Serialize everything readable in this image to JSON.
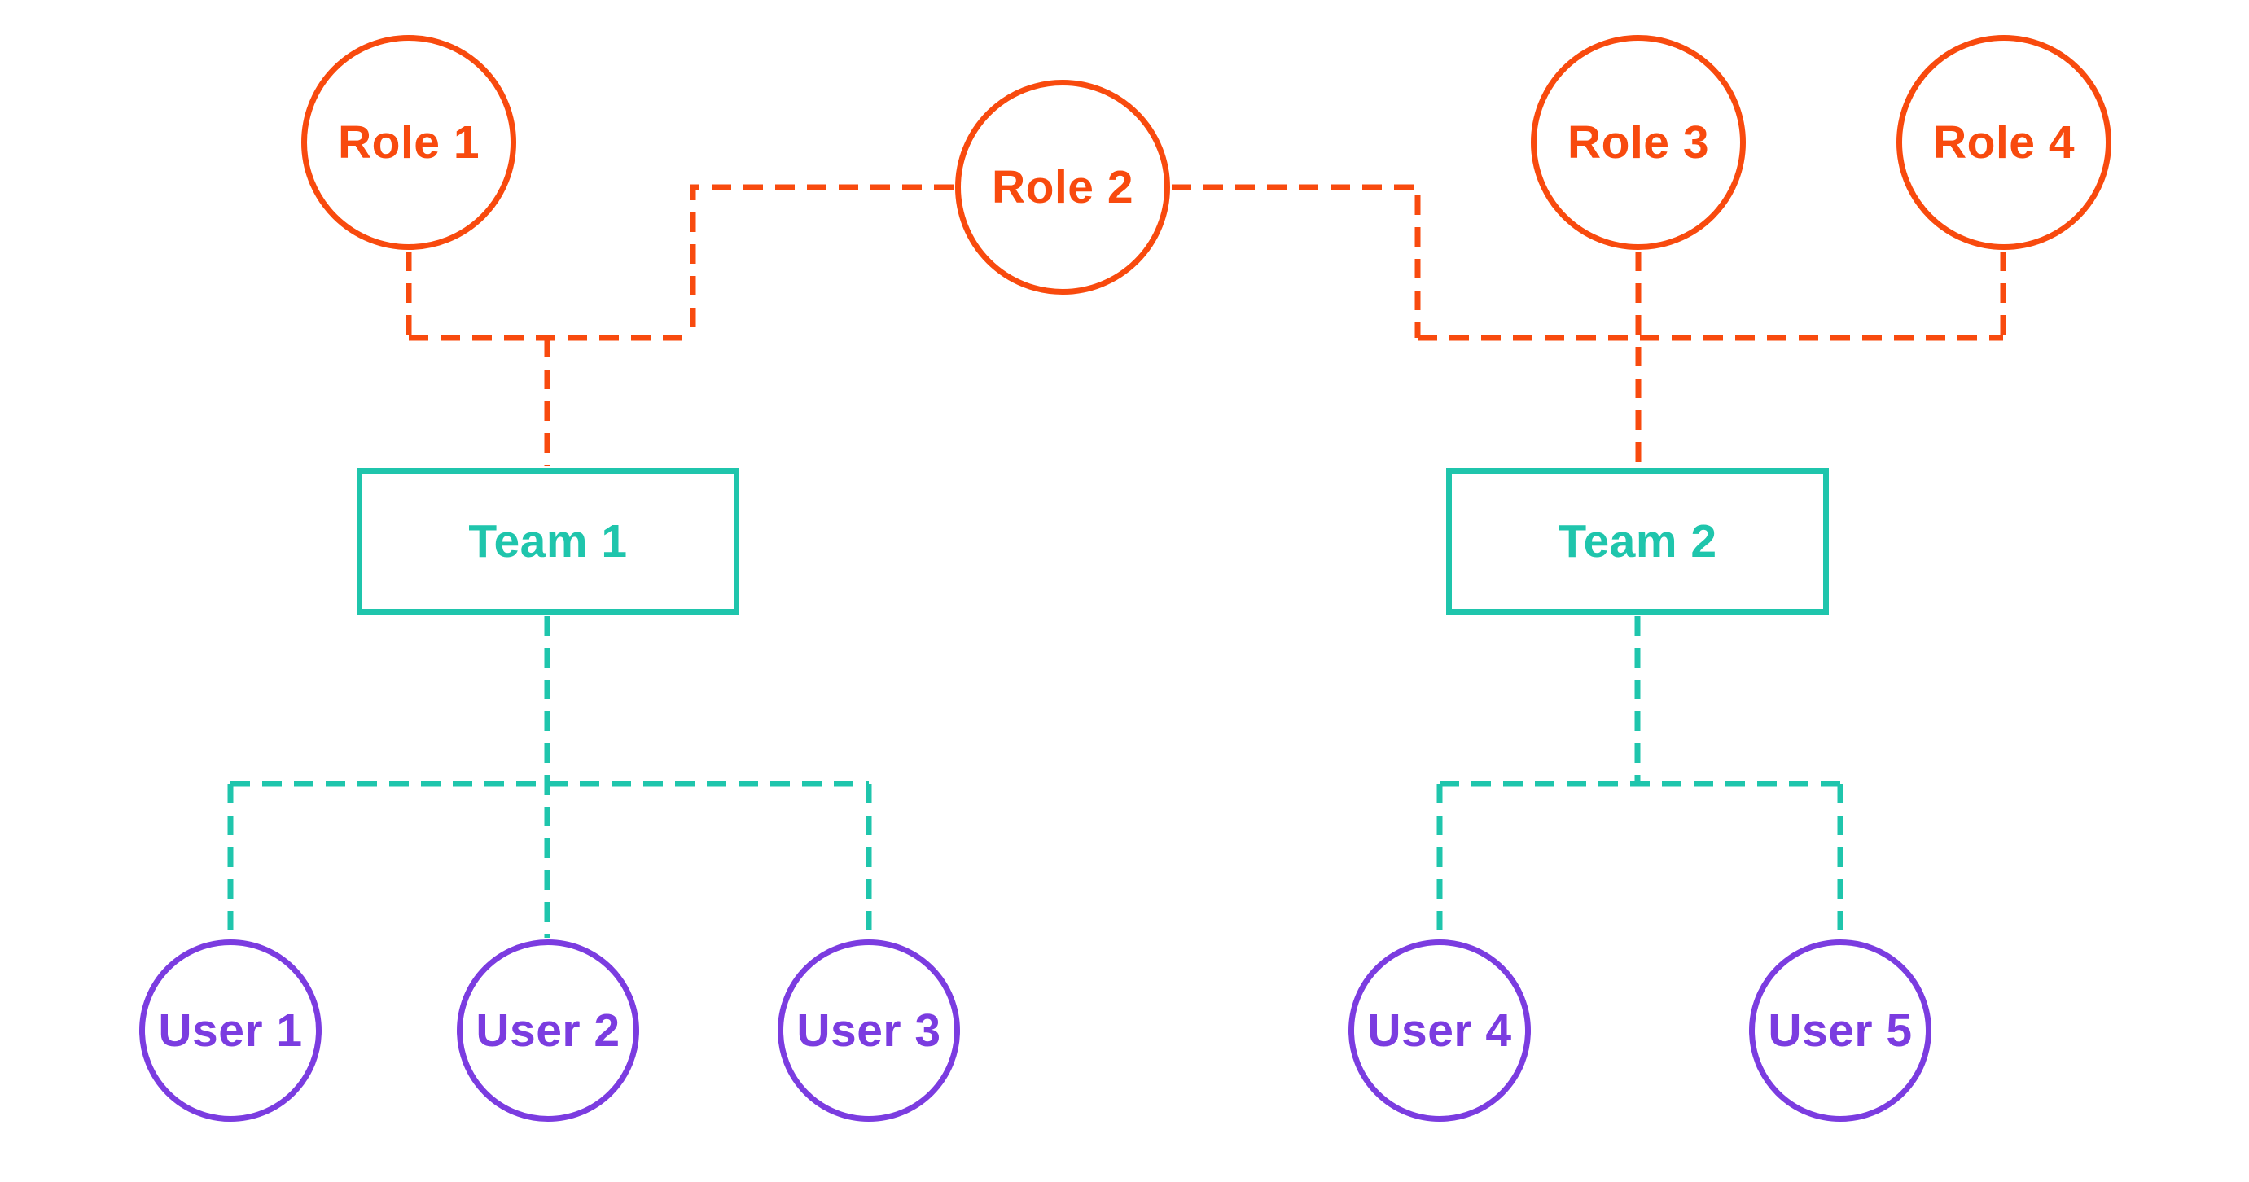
{
  "diagram": {
    "colors": {
      "role": "#f84a0e",
      "team": "#1fc5ac",
      "user": "#7b3ce0",
      "background": "#ffffff"
    },
    "roles": [
      {
        "label": "Role 1"
      },
      {
        "label": "Role 2"
      },
      {
        "label": "Role 3"
      },
      {
        "label": "Role 4"
      }
    ],
    "teams": [
      {
        "label": "Team 1"
      },
      {
        "label": "Team 2"
      }
    ],
    "users": [
      {
        "label": "User 1"
      },
      {
        "label": "User 2"
      },
      {
        "label": "User 3"
      },
      {
        "label": "User 4"
      },
      {
        "label": "User 5"
      }
    ],
    "connections": [
      {
        "from": "Role 1",
        "to": "Team 1"
      },
      {
        "from": "Role 2",
        "to": "Team 1"
      },
      {
        "from": "Role 2",
        "to": "Team 2"
      },
      {
        "from": "Role 3",
        "to": "Team 2"
      },
      {
        "from": "Role 4",
        "to": "Team 2"
      },
      {
        "from": "Team 1",
        "to": "User 1"
      },
      {
        "from": "Team 1",
        "to": "User 2"
      },
      {
        "from": "Team 1",
        "to": "User 3"
      },
      {
        "from": "Team 2",
        "to": "User 4"
      },
      {
        "from": "Team 2",
        "to": "User 5"
      }
    ]
  }
}
